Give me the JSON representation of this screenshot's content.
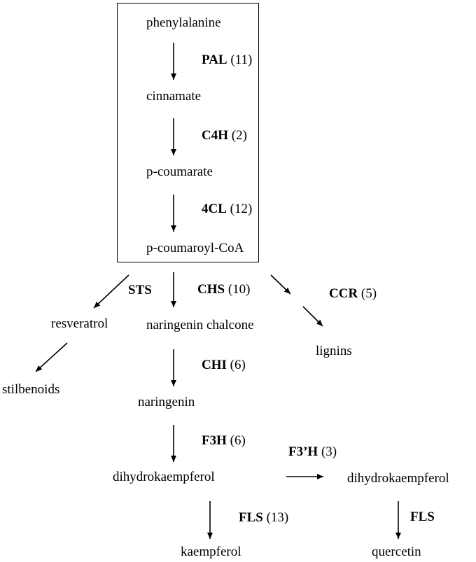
{
  "compounds": {
    "phenylalanine": "phenylalanine",
    "cinnamate": "cinnamate",
    "p_coumarate": "p-coumarate",
    "p_coumaroyl_coa": "p-coumaroyl-CoA",
    "resveratrol": "resveratrol",
    "stilbenoids": "stilbenoids",
    "naringenin_chalcone": "naringenin chalcone",
    "lignins": "lignins",
    "naringenin": "naringenin",
    "dihydrokaempferol_left": "dihydrokaempferol",
    "dihydrokaempferol_right": "dihydrokaempferol",
    "kaempferol": "kaempferol",
    "quercetin": "quercetin"
  },
  "enzymes": {
    "pal": {
      "name": "PAL",
      "count": "(11)"
    },
    "c4h": {
      "name": "C4H",
      "count": "(2)"
    },
    "fourcl": {
      "name": "4CL",
      "count": "(12)"
    },
    "sts": {
      "name": "STS",
      "count": ""
    },
    "chs": {
      "name": "CHS",
      "count": "(10)"
    },
    "ccr": {
      "name": "CCR",
      "count": "(5)"
    },
    "chi": {
      "name": "CHI",
      "count": "(6)"
    },
    "f3h": {
      "name": "F3H",
      "count": "(6)"
    },
    "f3prime_h": {
      "name": "F3’H",
      "count": "(3)"
    },
    "fls_left": {
      "name": "FLS",
      "count": "(13)"
    },
    "fls_right": {
      "name": "FLS",
      "count": ""
    }
  }
}
